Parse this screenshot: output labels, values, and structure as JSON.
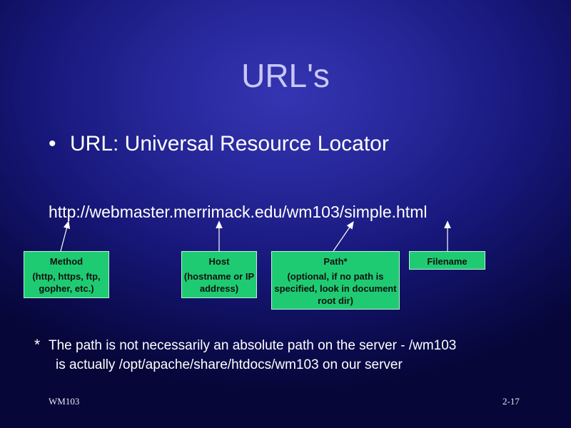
{
  "slide": {
    "title": "URL's",
    "bullet": "URL: Universal Resource Locator",
    "bullet_symbol": "•",
    "url_example": "http://webmaster.merrimack.edu/wm103/simple.html",
    "boxes": {
      "method": {
        "title": "Method",
        "desc": "(http, https, ftp, gopher, etc.)"
      },
      "host": {
        "title": "Host",
        "desc": "(hostname or IP address)"
      },
      "path": {
        "title": "Path*",
        "desc": "(optional, if no path is specified, look in document root dir)"
      },
      "filename": {
        "title": "Filename"
      }
    },
    "note": {
      "star": "*",
      "line1": "The path is not necessarily an absolute path on the server - /wm103",
      "line2": "is actually /opt/apache/share/htdocs/wm103 on our server"
    },
    "footer": {
      "left": "WM103",
      "right": "2-17"
    },
    "colors": {
      "box_fill": "#1fcb72",
      "title_text": "#c8c8f4",
      "background_center": "#3535b3",
      "background_edge": "#060638"
    }
  }
}
